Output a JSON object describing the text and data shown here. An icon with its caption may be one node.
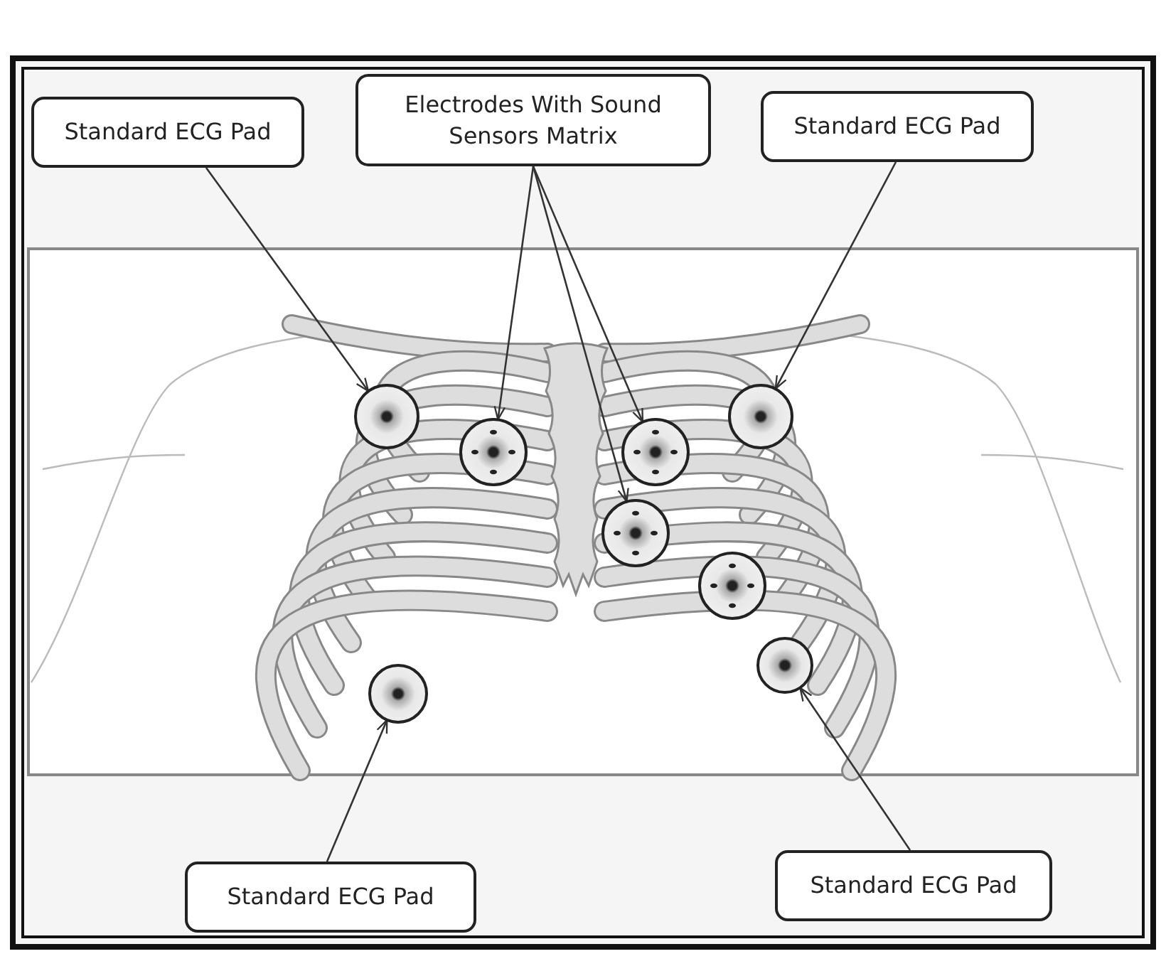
{
  "diagram": {
    "nodes": [
      {
        "text": [
          "Standard ECG Pad"
        ]
      },
      {
        "text": [
          "Electrodes With Sound Sensors Matrix"
        ]
      },
      {
        "text": [
          "Standard ECG Pad"
        ]
      },
      {
        "text": [
          "Standard ECG Pad"
        ]
      },
      {
        "text": [
          "Standard ECG Pad"
        ]
      },
      {
        "text": [],
        "shape": "circle"
      },
      {
        "text": [],
        "shape": "circle"
      },
      {
        "text": [],
        "shape": "circle"
      },
      {
        "text": [],
        "shape": "circle"
      },
      {
        "text": [],
        "shape": "circle"
      },
      {
        "text": [],
        "shape": "circle"
      },
      {
        "text": [],
        "shape": "circle"
      },
      {
        "text": [],
        "shape": "circle"
      }
    ],
    "edges": [
      {
        "from": 0,
        "to": 5,
        "arrow": "to"
      },
      {
        "from": 1,
        "to": 6,
        "arrow": "to"
      },
      {
        "from": 1,
        "to": 7,
        "arrow": "to"
      },
      {
        "from": 1,
        "to": 9,
        "arrow": "to"
      },
      {
        "from": 2,
        "to": 8,
        "arrow": "to"
      },
      {
        "from": 3,
        "to": 12,
        "arrow": "to"
      },
      {
        "from": 4,
        "to": 11,
        "arrow": "to"
      }
    ]
  }
}
